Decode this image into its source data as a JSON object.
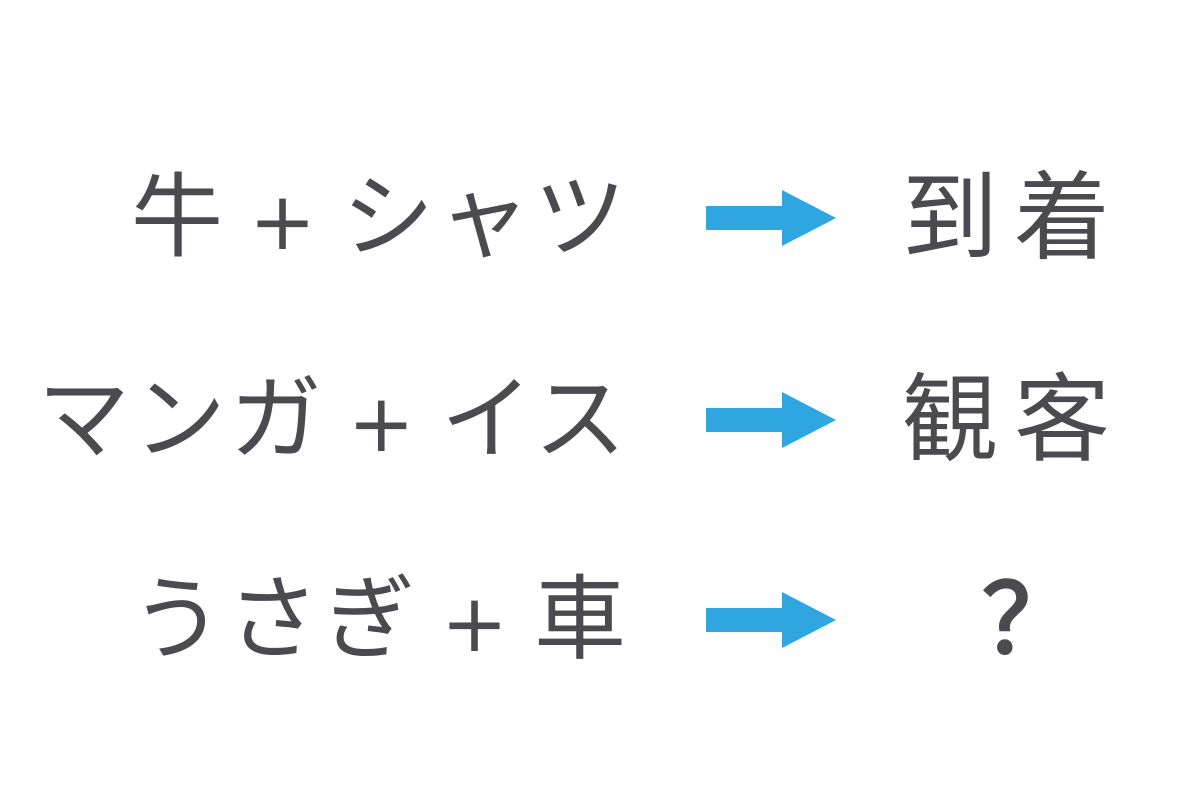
{
  "accent_color": "#2fa6df",
  "rows": [
    {
      "a": "牛",
      "plus": "+",
      "b": "シャツ",
      "arrow_icon": "right-arrow-icon",
      "result": "到着"
    },
    {
      "a": "マンガ",
      "plus": "+",
      "b": "イス",
      "arrow_icon": "right-arrow-icon",
      "result": "観客"
    },
    {
      "a": "うさぎ",
      "plus": "+",
      "b": "車",
      "arrow_icon": "right-arrow-icon",
      "result": "？"
    }
  ]
}
